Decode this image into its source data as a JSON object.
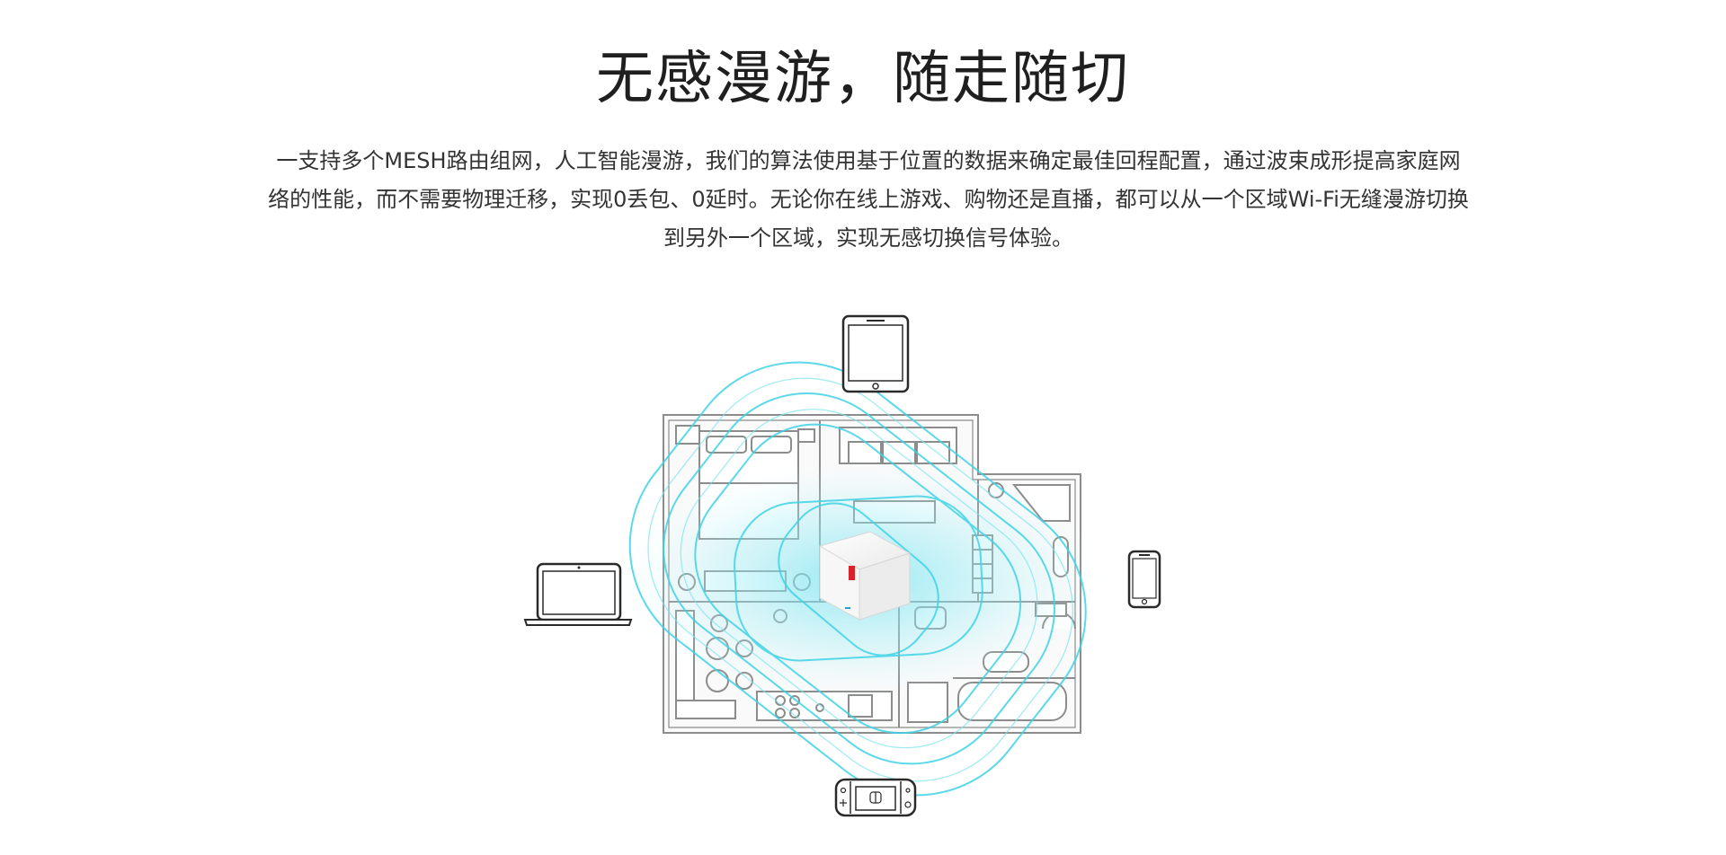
{
  "section": {
    "title": "无感漫游，随走随切",
    "description_lines": [
      "一支持多个MESH路由组网，人工智能漫游，我们的算法使用基于位置的数据来确定最佳回程配置，通过波束成形提高家庭网",
      "络的性能，而不需要物理迁移，实现0丢包、0延时。无论你在线上游戏、购物还是直播，都可以从一个区域Wi-Fi无缝漫游切换",
      "到另外一个区域，实现无感切换信号体验。"
    ]
  },
  "illustration": {
    "devices": [
      {
        "name": "tablet-icon"
      },
      {
        "name": "laptop-icon"
      },
      {
        "name": "phone-icon"
      },
      {
        "name": "game-console-icon"
      }
    ],
    "router": {
      "name": "mesh-router-icon"
    },
    "signal_color": "#3fd3e6",
    "floorplan_line_color": "#8a8a8a"
  }
}
